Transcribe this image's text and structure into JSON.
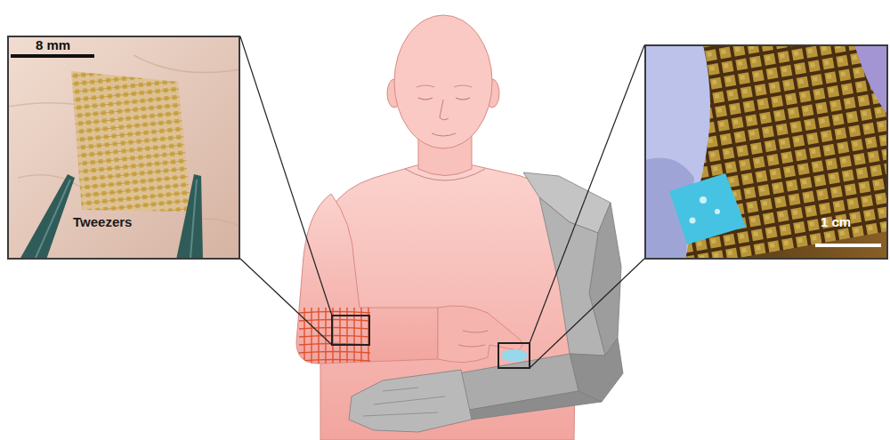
{
  "diagram": {
    "nodes": [
      {
        "text": [
          "8 mm",
          "Tweezers"
        ]
      },
      {
        "text": [
          "1 cm"
        ]
      }
    ]
  }
}
